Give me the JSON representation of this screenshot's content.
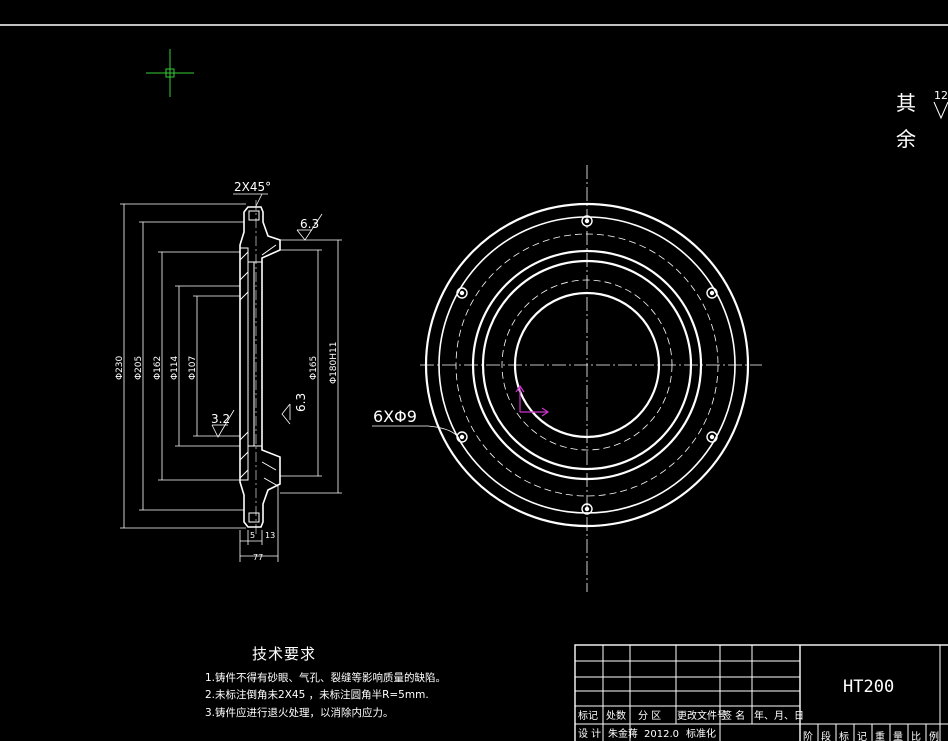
{
  "drawing": {
    "chamfer_label": "2X45°",
    "rough_right": "6.3",
    "rough_left": "3.2",
    "rough_bottom": "6.3",
    "holes_label": "6XΦ9",
    "dia_230": "Φ230",
    "dia_205": "Φ205",
    "dia_162": "Φ162",
    "dia_114": "Φ114",
    "dia_107": "Φ107",
    "dia_165": "Φ165",
    "dia_180": "Φ180H11",
    "dim_5": "5",
    "dim_13": "13",
    "dim_77": "77",
    "surface_note_1": "其",
    "surface_note_2": "余",
    "surface_value": "12"
  },
  "notes": {
    "title": "技术要求",
    "items": [
      "1.铸件不得有砂眼、气孔、裂缝等影响质量的缺陷。",
      "2.未标注倒角未2X45  ，未标注圆角半R=5mm.",
      "3.铸件应进行退火处理，以消除内应力。"
    ]
  },
  "title_block": {
    "material": "HT200",
    "headers": [
      "标记",
      "处数",
      "分 区",
      "更改文件号",
      "签 名",
      "年、月、日"
    ],
    "row2": [
      "设 计",
      "朱金蒋",
      "2012.0",
      "标准化"
    ],
    "bottom_headers": [
      "阶",
      "段",
      "标",
      "记",
      "重",
      "量",
      "比",
      "例"
    ]
  },
  "colors": {
    "line": "#ffffff",
    "cursor": "#33cc33",
    "ucs": "#cc33cc"
  }
}
